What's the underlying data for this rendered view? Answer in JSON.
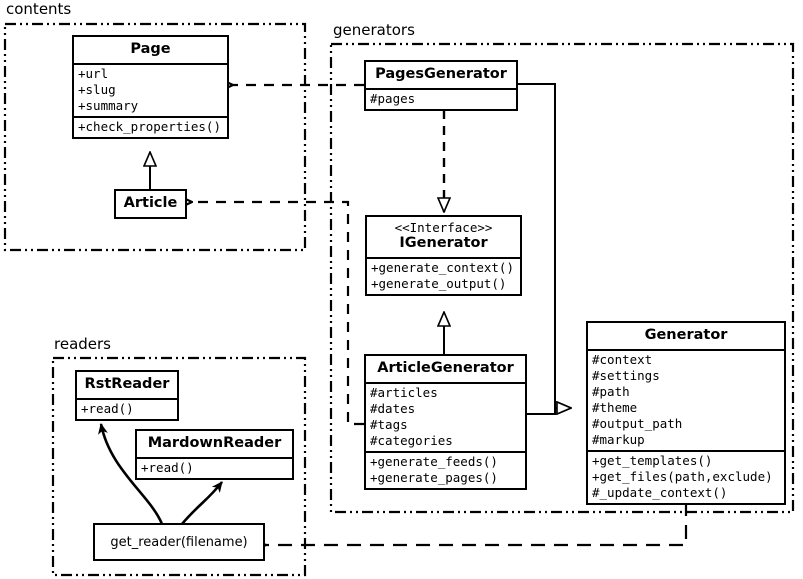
{
  "diagram": {
    "title": "Pelican architecture UML class diagram",
    "type": "uml-class-diagram",
    "background": "#ffffff",
    "stroke": "#000000"
  },
  "packages": [
    {
      "id": "contents",
      "label": "contents"
    },
    {
      "id": "generators",
      "label": "generators"
    },
    {
      "id": "readers",
      "label": "readers"
    }
  ],
  "classes": {
    "page": {
      "name": "Page",
      "stereotype": "",
      "attributes": [
        "+url",
        "+slug",
        "+summary"
      ],
      "methods": [
        "+check_properties()"
      ]
    },
    "article": {
      "name": "Article",
      "stereotype": "",
      "attributes": [],
      "methods": []
    },
    "pages_generator": {
      "name": "PagesGenerator",
      "stereotype": "",
      "attributes": [
        "#pages"
      ],
      "methods": []
    },
    "igenerator": {
      "name": "IGenerator",
      "stereotype": "<<Interface>>",
      "attributes": [],
      "methods": [
        "+generate_context()",
        "+generate_output()"
      ]
    },
    "article_generator": {
      "name": "ArticleGenerator",
      "stereotype": "",
      "attributes": [
        "#articles",
        "#dates",
        "#tags",
        "#categories"
      ],
      "methods": [
        "+generate_feeds()",
        "+generate_pages()"
      ]
    },
    "generator": {
      "name": "Generator",
      "stereotype": "",
      "attributes": [
        "#context",
        "#settings",
        "#path",
        "#theme",
        "#output_path",
        "#markup"
      ],
      "methods": [
        "+get_templates()",
        "+get_files(path,exclude)",
        "#_update_context()"
      ]
    },
    "rst_reader": {
      "name": "RstReader",
      "stereotype": "",
      "attributes": [],
      "methods": [
        "+read()"
      ]
    },
    "mardown_reader": {
      "name": "MardownReader",
      "stereotype": "",
      "attributes": [],
      "methods": [
        "+read()"
      ]
    },
    "get_reader": {
      "name": "get_reader(filename)",
      "stereotype": "",
      "attributes": [],
      "methods": []
    }
  },
  "relations": [
    {
      "id": "article-extends-page",
      "from": "article",
      "to": "page",
      "kind": "generalization",
      "style": "solid",
      "arrow": "hollow-triangle"
    },
    {
      "id": "pagesgenerator-implements-igenerator",
      "from": "pages_generator",
      "to": "igenerator",
      "kind": "realization",
      "style": "dashed",
      "arrow": "hollow-triangle"
    },
    {
      "id": "articlegenerator-implements-igenerator",
      "from": "article_generator",
      "to": "igenerator",
      "kind": "realization",
      "style": "solid",
      "arrow": "hollow-triangle"
    },
    {
      "id": "pagesgenerator-extends-generator",
      "from": "pages_generator",
      "to": "generator",
      "kind": "generalization",
      "style": "solid",
      "arrow": "hollow-triangle"
    },
    {
      "id": "articlegenerator-extends-generator",
      "from": "article_generator",
      "to": "generator",
      "kind": "generalization",
      "style": "solid",
      "arrow": "hollow-triangle"
    },
    {
      "id": "pagesgenerator-uses-page",
      "from": "pages_generator",
      "to": "page",
      "kind": "dependency",
      "style": "dashed",
      "arrow": "open"
    },
    {
      "id": "articlegenerator-uses-article",
      "from": "article_generator",
      "to": "article",
      "kind": "dependency",
      "style": "dashed",
      "arrow": "open"
    },
    {
      "id": "generator-uses-get-reader",
      "from": "generator",
      "to": "get_reader",
      "kind": "dependency",
      "style": "dashed",
      "arrow": "open"
    },
    {
      "id": "get-reader-returns-rstreader",
      "from": "get_reader",
      "to": "rst_reader",
      "kind": "association",
      "style": "curved-solid",
      "arrow": "filled"
    },
    {
      "id": "get-reader-returns-mardownreader",
      "from": "get_reader",
      "to": "mardown_reader",
      "kind": "association",
      "style": "curved-solid",
      "arrow": "filled"
    }
  ]
}
